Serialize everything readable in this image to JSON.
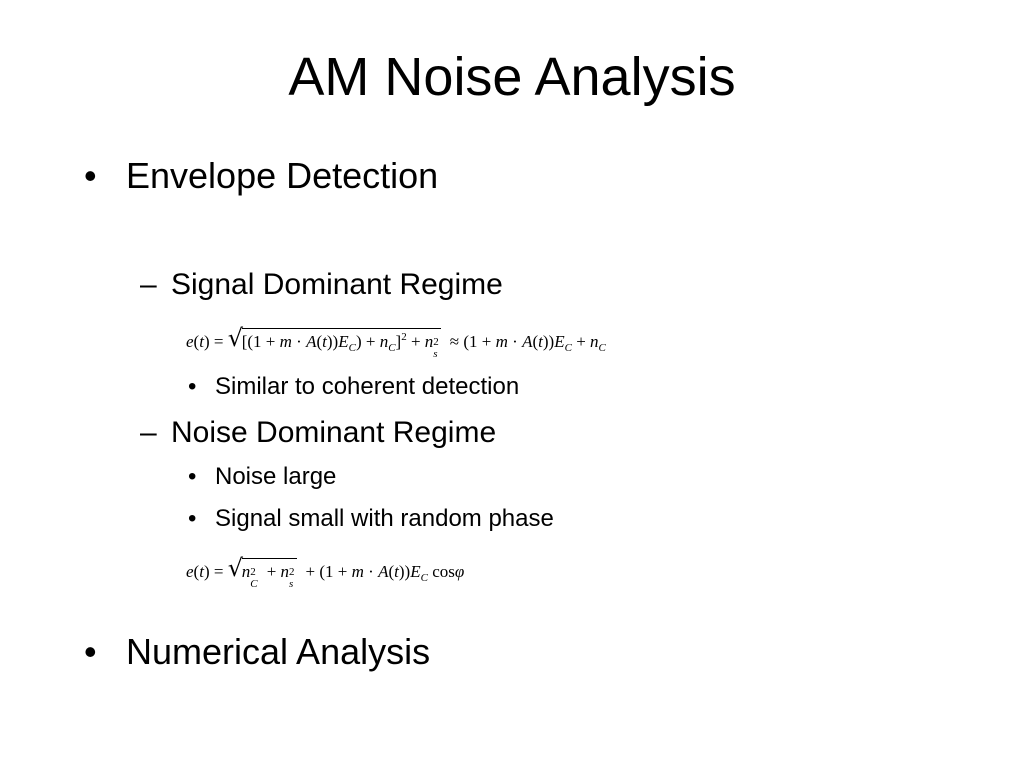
{
  "title": "AM Noise Analysis",
  "items": {
    "envelope": "Envelope Detection",
    "signal_regime": "Signal Dominant Regime",
    "similar": "Similar to coherent detection",
    "noise_regime": "Noise Dominant Regime",
    "noise_large": "Noise large",
    "signal_small": "Signal small with random phase",
    "numerical": "Numerical Analysis"
  },
  "bullets": {
    "level1": "•",
    "level2": "–",
    "level3": "•"
  },
  "equations": {
    "eq1_lhs": "e(t) =",
    "eq1_approx": "≈ (1 + m · A(t))E",
    "eq2_lhs": "e(t) =",
    "eq2_rest": "+ (1 + m · A(t))E",
    "eq2_cos": "cos φ"
  }
}
